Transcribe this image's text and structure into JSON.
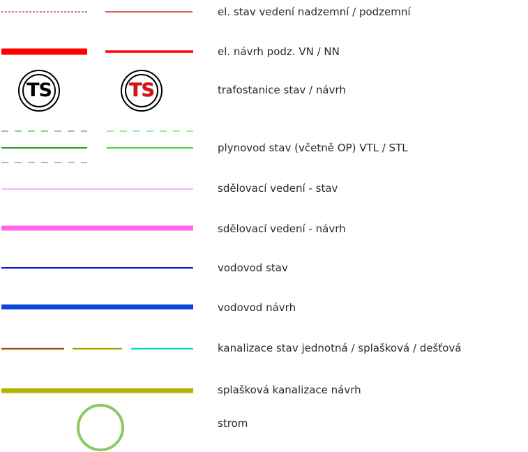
{
  "legend": {
    "items": [
      {
        "label": "el. stav vedení nadzemní / podzemní"
      },
      {
        "label": "el. návrh podz. VN / NN"
      },
      {
        "label": "trafostanice stav / návrh"
      },
      {
        "label": "plynovod stav (včetně OP) VTL / STL"
      },
      {
        "label": "sdělovací vedení - stav"
      },
      {
        "label": "sdělovací vedení - návrh"
      },
      {
        "label": "vodovod stav"
      },
      {
        "label": "vodovod návrh"
      },
      {
        "label": "kanalizace stav jednotná / splašková / dešťová"
      },
      {
        "label": "splašková kanalizace návrh"
      },
      {
        "label": "strom"
      }
    ],
    "ts_symbol": {
      "text": "TS",
      "existing_color": "#000000",
      "proposed_color": "#e01010"
    },
    "colors": {
      "el_existing": "#c83232",
      "el_proposed": "#ff0000",
      "gas_vtl": "#2e9a1e",
      "gas_stl": "#3fd43f",
      "telecom": "#ff66ee",
      "water_existing": "#1010d0",
      "water_proposed": "#0a46d8",
      "sewer_combined": "#9a5a00",
      "sewer_foul": "#a8a800",
      "sewer_storm": "#10d8d8",
      "sewer_proposed": "#b4b400",
      "tree": "#8cc864"
    }
  }
}
